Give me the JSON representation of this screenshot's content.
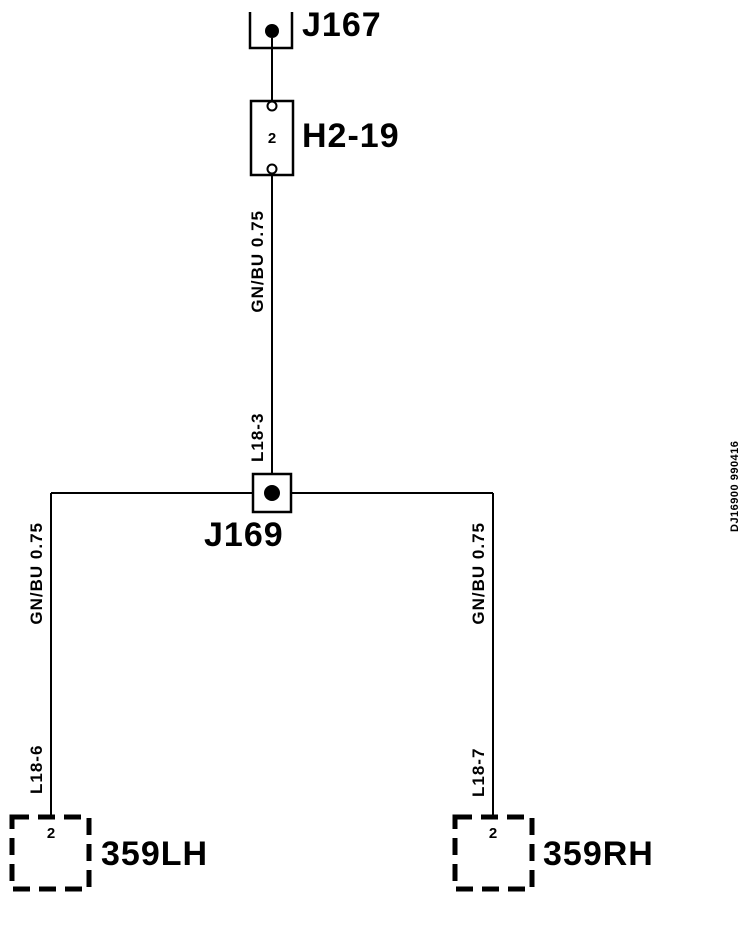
{
  "connectors": {
    "top": {
      "label": "J167"
    },
    "junction": {
      "label": "J169"
    }
  },
  "fuse": {
    "label": "H2-19",
    "pin": "2"
  },
  "wires": {
    "main": {
      "id": "L18-3",
      "spec": "GN/BU 0.75"
    },
    "left": {
      "id": "L18-6",
      "spec": "GN/BU 0.75"
    },
    "right": {
      "id": "L18-7",
      "spec": "GN/BU 0.75"
    }
  },
  "components": {
    "left": {
      "label": "359LH",
      "pin": "2"
    },
    "right": {
      "label": "359RH",
      "pin": "2"
    }
  },
  "drawing_ref": "DJ16900 990416"
}
